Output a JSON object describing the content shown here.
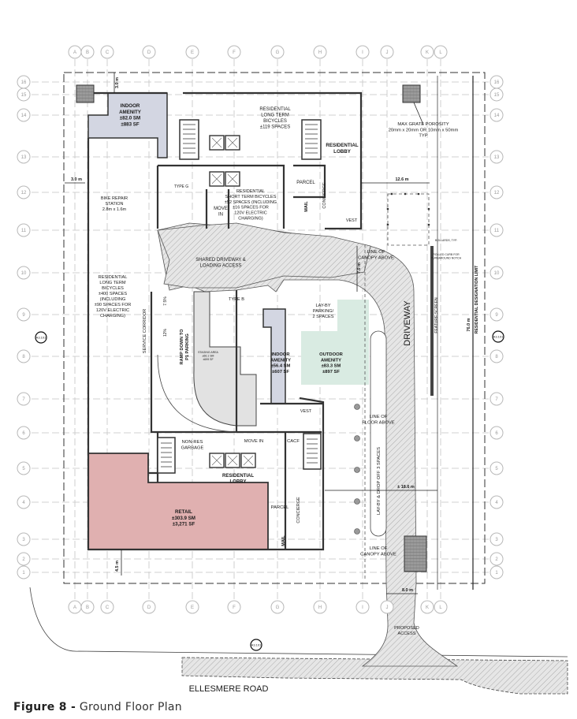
{
  "title": "Ground Floor Plan",
  "caption": {
    "figure": "Figure 8 -",
    "text": "Ground Floor Plan"
  },
  "colors": {
    "indoor_amenity": "#d3d6e2",
    "retail": "#e0b0b0",
    "outdoor_amenity": "#d9ebe2",
    "hatch": "#cfcfcf",
    "staging": "#e2e2e2"
  },
  "grid_columns": [
    "A",
    "B",
    "C",
    "D",
    "E",
    "F",
    "G",
    "H",
    "I",
    "J",
    "K",
    "L"
  ],
  "grid_rows": [
    "16",
    "15",
    "14",
    "13",
    "12",
    "11",
    "10",
    "9",
    "8",
    "7",
    "6",
    "5",
    "4",
    "3",
    "2",
    "1"
  ],
  "section_markers": {
    "left": "A3.101",
    "right": "A3.101",
    "bottom": "A3.101"
  },
  "rooms": {
    "indoor_amenity_top": [
      "INDOOR",
      "AMENITY",
      "±82.0 SM",
      "±883 SF"
    ],
    "res_long_term_top": [
      "RESIDENTIAL",
      "LONG TERM",
      "BICYCLES",
      "±119 SPACES"
    ],
    "res_lobby_top": [
      "RESIDENTIAL",
      "LOBBY"
    ],
    "parcel_top": [
      "PARCEL"
    ],
    "concierge_top": [
      "CONCIERGE"
    ],
    "mail_top": [
      "MAIL"
    ],
    "vest_top": [
      "VEST"
    ],
    "move_in_top": [
      "MOVE",
      "IN"
    ],
    "type_g": [
      "TYPE G"
    ],
    "short_term": [
      "RESIDENTIAL",
      "SHORT TERM BICYCLES",
      "±52 SPACES (INCLUDING",
      "±16 SPACES FOR",
      "120V ELECTRIC",
      "CHARGING)"
    ],
    "bike_repair": [
      "BIKE REPAIR",
      "STATION",
      "2.8m x 1.6m"
    ],
    "shared_driveway": [
      "SHARED DRIVEWAY &",
      "LOADING ACCESS"
    ],
    "res_long_term_left": [
      "RESIDENTIAL",
      "LONG TERM",
      "BICYCLES",
      "±400 SPACES",
      "(INCLUDING",
      "±90 SPACES FOR",
      "120V ELECTRIC",
      "CHARGING)"
    ],
    "service_corridor": [
      "SERVICE CORRIDOR"
    ],
    "ramp": [
      "RAMP DOWN TO",
      "P1 PARKING"
    ],
    "slope_1": [
      "7.5%"
    ],
    "slope_2": [
      "12%"
    ],
    "type_b": [
      "TYPE B"
    ],
    "staging": [
      "STAGING AREA",
      "±66.1 SM",
      "±699 SF"
    ],
    "indoor_amenity_mid": [
      "INDOOR",
      "AMENITY",
      "±56.4 SM",
      "±607 SF"
    ],
    "layby": [
      "LAY-BY",
      "PARKING/",
      "2 SPACES"
    ],
    "outdoor_amenity": [
      "OUTDOOR",
      "AMENITY",
      "±83.3 SM",
      "±897 SF"
    ],
    "vest_mid": [
      "VEST"
    ],
    "cacf": [
      "CACF"
    ],
    "move_in_mid": [
      "MOVE IN"
    ],
    "non_res_garbage": [
      "NON-RES",
      "GARBAGE"
    ],
    "res_lobby_mid": [
      "RESIDENTIAL",
      "LOBBY"
    ],
    "retail": [
      "RETAIL",
      "±303.9 SM",
      "±3,271 SF"
    ],
    "parcel_mid": [
      "PARCEL"
    ],
    "concierge_mid": [
      "CONCIERGE"
    ],
    "mail_mid": [
      "MAIL"
    ],
    "driveway": [
      "DRIVEWAY"
    ],
    "feature_screen": [
      "FEATURE SCREEN"
    ],
    "designation_limit": [
      "RESIDENTIAL DESIGNATION LIMIT"
    ],
    "layby_dropoff": [
      "LAY-BY & DROP OFF 3 SPACES"
    ],
    "proposed_access": [
      "PROPOSED",
      "ACCESS"
    ],
    "street": [
      "ELLESMERE ROAD"
    ]
  },
  "annotations": {
    "max_grate": [
      "MAX GRATE POROSITY",
      "20mm x 20mm OR 10mm x 50mm",
      "TYP"
    ],
    "canopy_top": [
      "LINE OF",
      "CANOPY ABOVE"
    ],
    "floor_above": [
      "LINE OF",
      "FLOOR ABOVE"
    ],
    "canopy_bottom": [
      "LINE OF",
      "CANOPY ABOVE"
    ],
    "bollards": [
      "BOLLARDS, TYP."
    ],
    "rolled_curb": [
      "ROLLED CURB FOR",
      "TURNAROUND NOTCH"
    ]
  },
  "dimensions": {
    "d_3m_top": [
      "3.0 m"
    ],
    "d_3m_left": [
      "3.0 m"
    ],
    "d_12_6": [
      "12.6 m"
    ],
    "d_7_0": [
      "7.0 m"
    ],
    "d_76": [
      "76.0 m"
    ],
    "d_18_6": [
      "± 18.6 m"
    ],
    "d_8_0": [
      "8.0 m"
    ],
    "d_4_5": [
      "4.5 m"
    ]
  }
}
